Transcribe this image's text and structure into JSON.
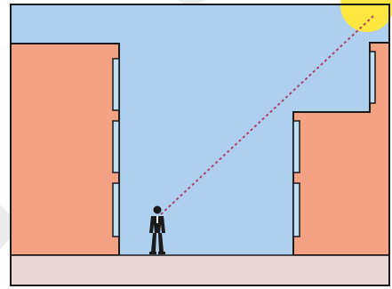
{
  "diagram": {
    "colors": {
      "background": "#ffffff",
      "watermark": "#ececec",
      "sky": "#aed0ee",
      "sun": "#ffe640",
      "building_fill": "#f3a384",
      "building_outline": "#1a1a1a",
      "window_fill": "#bfe0f4",
      "ground": "#e6d7d5",
      "frame": "#1a1a1a",
      "sightline": "#b0406a",
      "person": "#1a1a1a",
      "person_shirt": "#ffffff"
    },
    "elements": [
      "sky",
      "sun",
      "left-building",
      "right-building",
      "windows",
      "ground",
      "person",
      "sightline"
    ]
  }
}
